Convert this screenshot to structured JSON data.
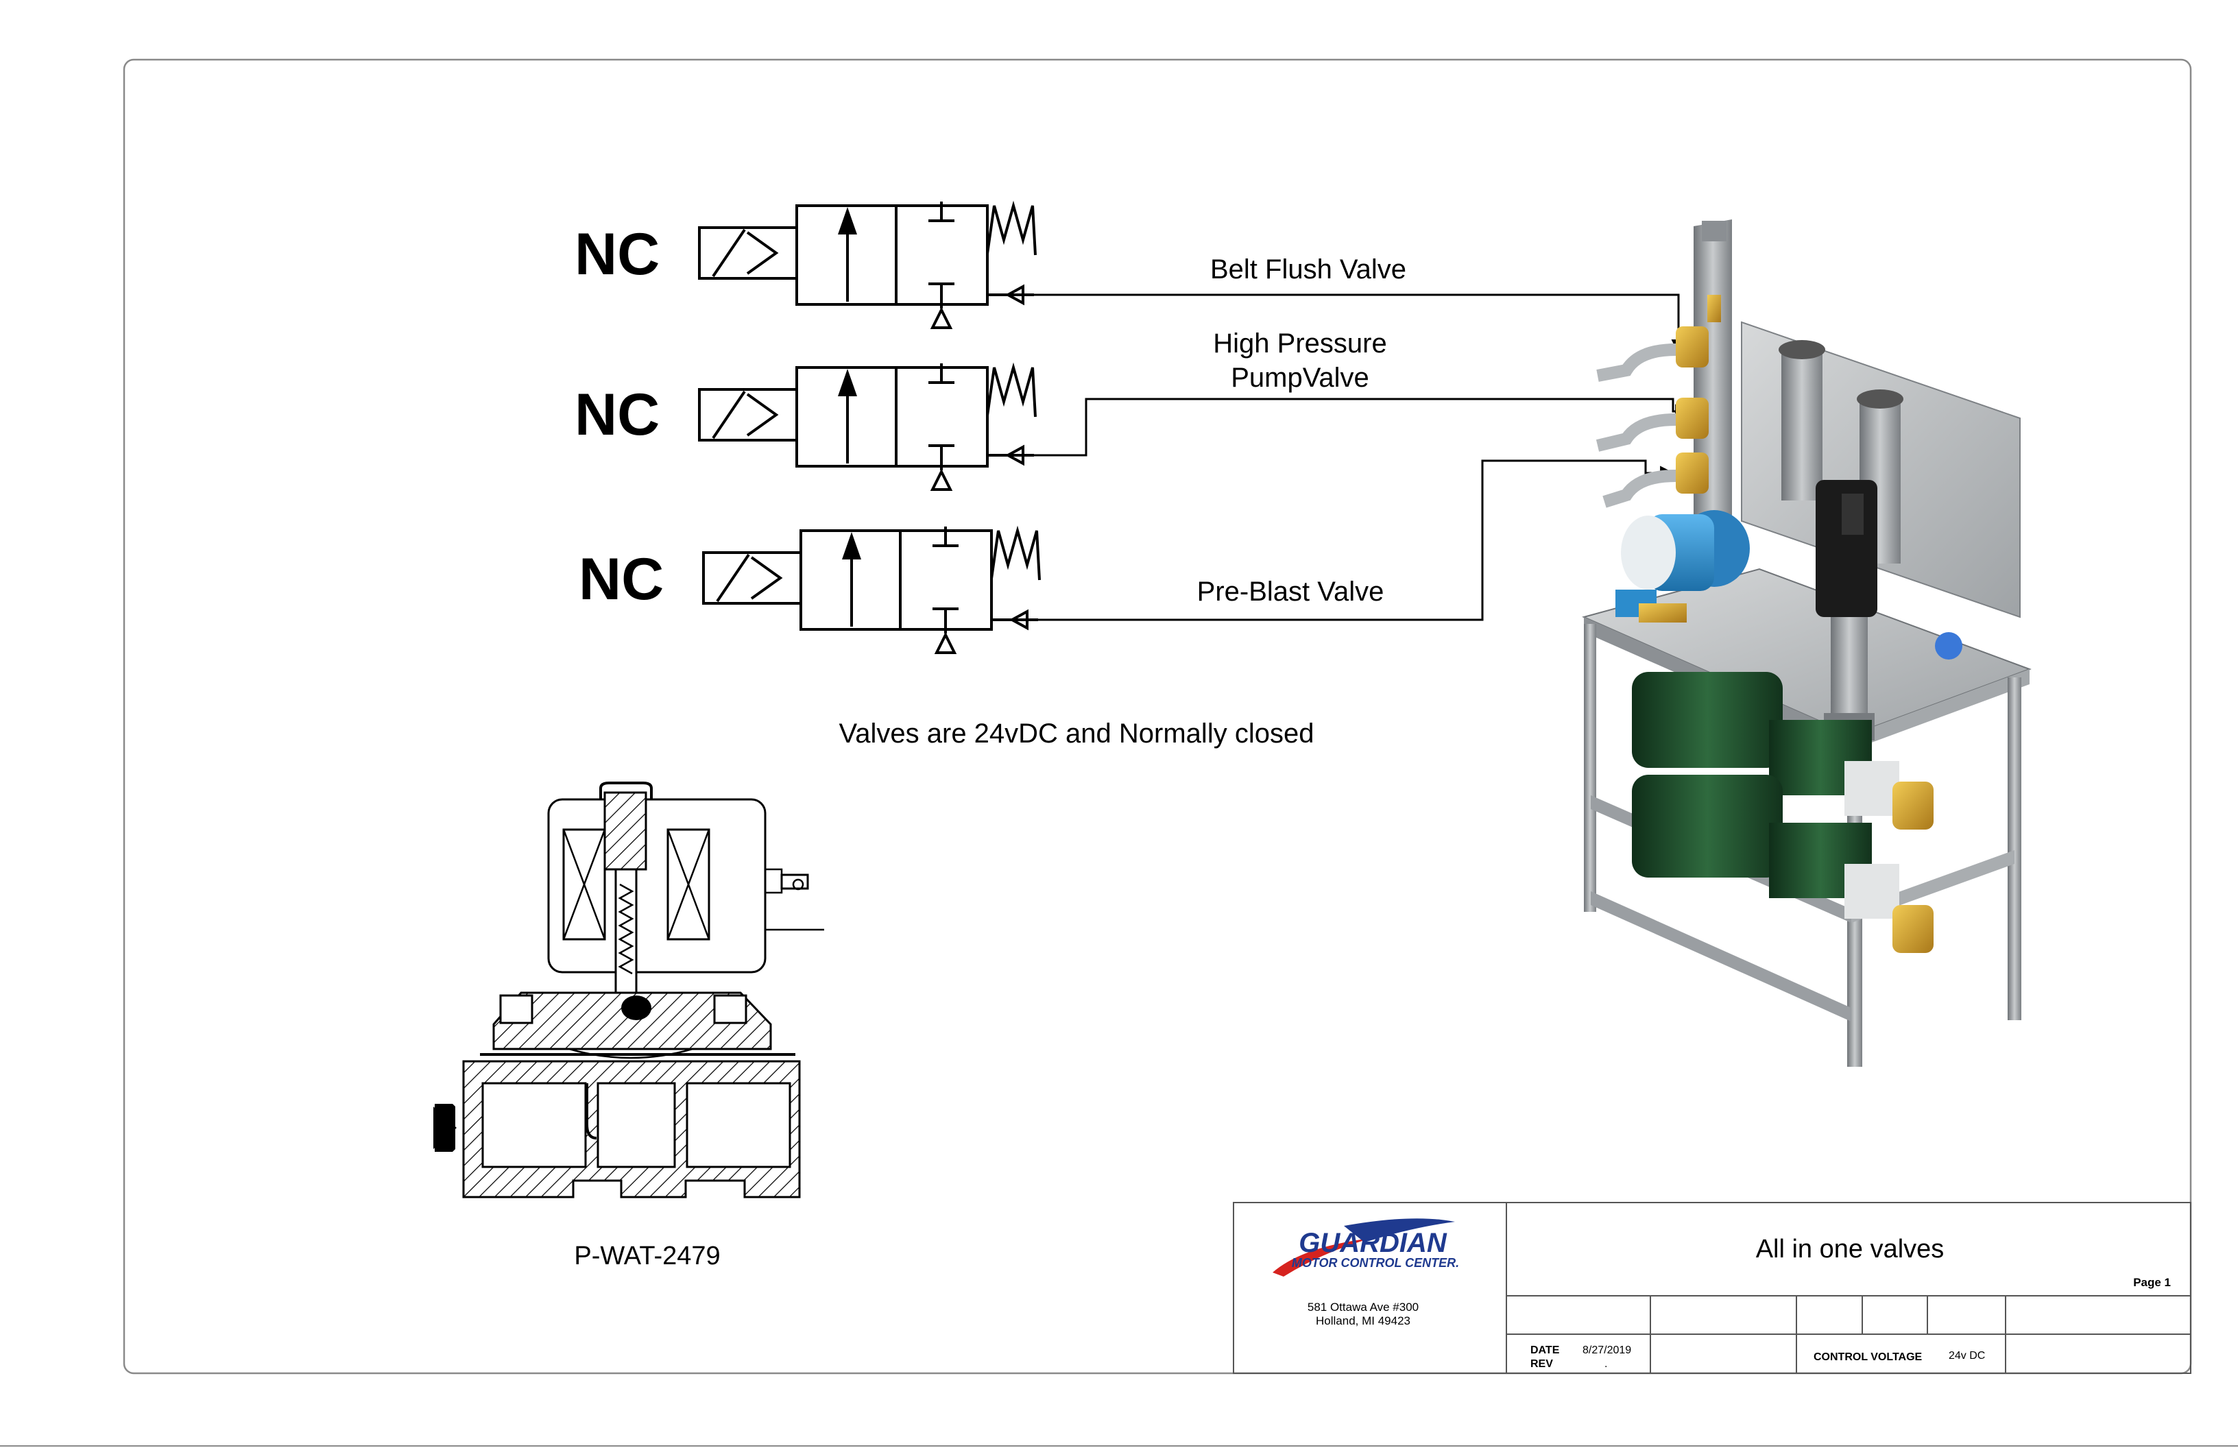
{
  "valves": [
    {
      "type_label": "NC",
      "line_label": [
        "Belt Flush Valve"
      ]
    },
    {
      "type_label": "NC",
      "line_label": [
        "High Pressure",
        "PumpValve"
      ]
    },
    {
      "type_label": "NC",
      "line_label": [
        "Pre-Blast Valve"
      ]
    }
  ],
  "note": "Valves are 24vDC and Normally closed",
  "cutaway_part_number": "P-WAT-2479",
  "title_block": {
    "logo_text_line1": "GUARDIAN",
    "logo_text_line2": "MOTOR CONTROL CENTER.",
    "address_line1": "581 Ottawa Ave #300",
    "address_line2": "Holland, MI  49423",
    "title": "All in one valves",
    "page": "Page  1",
    "date_label": "DATE",
    "date_value": "8/27/2019",
    "rev_label": "REV",
    "rev_value": ".",
    "control_voltage_label": "CONTROL VOLTAGE",
    "control_voltage_value": "24v DC"
  },
  "colors": {
    "logo_swoosh_red": "#d6231f",
    "logo_swoosh_blue": "#1f3a8f",
    "motor_blue": "#2e8fd0",
    "pump_green": "#1e4a2a",
    "brass": "#d9a72a",
    "frame_gray": "#9a9ea2"
  }
}
